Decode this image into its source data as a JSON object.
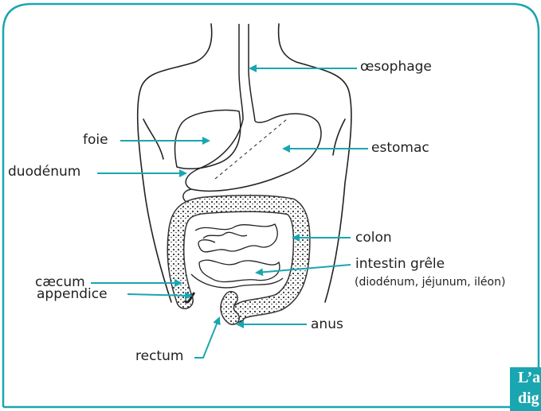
{
  "colors": {
    "frame": "#1aa6b0",
    "arrow": "#1aa6b0",
    "outline": "#222222",
    "caption_bg": "#1aa6b0"
  },
  "labels": {
    "oesophage": "œsophage",
    "foie": "foie",
    "estomac": "estomac",
    "duodenum": "duodénum",
    "colon": "colon",
    "intestin": "intestin grêle",
    "intestin_sub": "(diodénum, jéjunum, iléon)",
    "caecum": "cæcum",
    "appendice": "appendice",
    "rectum": "rectum",
    "anus": "anus"
  },
  "caption": {
    "line1": "L’a",
    "line2": "dig"
  }
}
